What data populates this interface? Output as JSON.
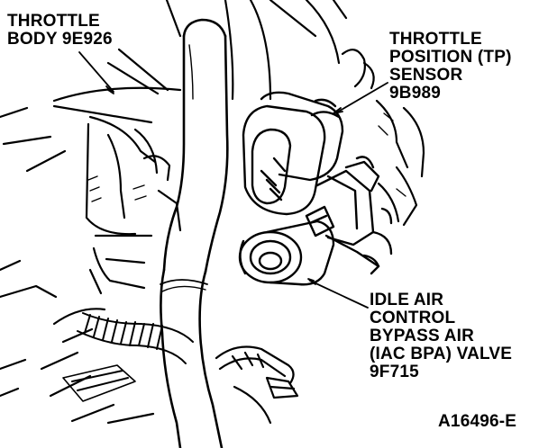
{
  "callouts": {
    "throttle_body": [
      "THROTTLE",
      "BODY 9E926"
    ],
    "tp_sensor": [
      "THROTTLE",
      "POSITION (TP)",
      "SENSOR",
      "9B989"
    ],
    "iac_valve": [
      "IDLE AIR",
      "CONTROL",
      "BYPASS AIR",
      "(IAC BPA) VALVE",
      "9F715"
    ]
  },
  "figure_id": "A16496-E",
  "colors": {
    "ink": "#000000",
    "paper": "#ffffff"
  }
}
